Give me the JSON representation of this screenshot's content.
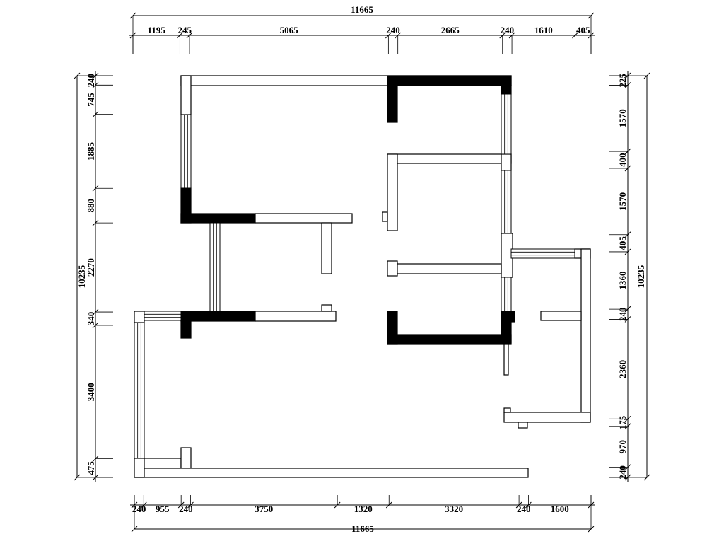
{
  "colors": {
    "line": "#000000",
    "wall_fill": "#000000",
    "background": "#ffffff"
  },
  "dimensions": {
    "top": {
      "total": "11665",
      "segments": [
        "1195",
        "245",
        "5065",
        "240",
        "2665",
        "240",
        "1610",
        "405"
      ]
    },
    "bottom": {
      "total": "11665",
      "segments": [
        "240",
        "955",
        "240",
        "3750",
        "1320",
        "3320",
        "240",
        "1600"
      ]
    },
    "left": {
      "total": "10235",
      "segments": [
        "240",
        "745",
        "1885",
        "880",
        "2270",
        "340",
        "3400",
        "475"
      ]
    },
    "right": {
      "total": "10235",
      "segments": [
        "225",
        "1570",
        "400",
        "1570",
        "405",
        "1360",
        "240",
        "2360",
        "175",
        "970",
        "240"
      ]
    }
  }
}
